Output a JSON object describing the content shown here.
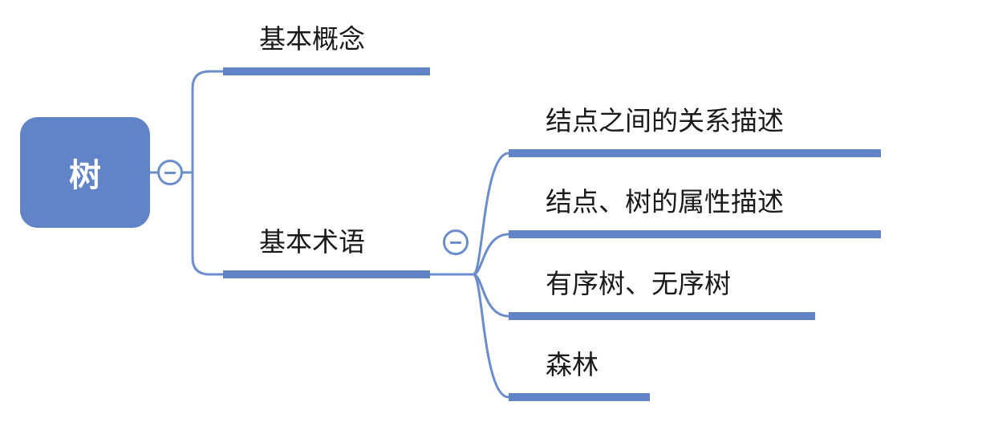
{
  "colors": {
    "root_fill": "#6184c8",
    "line": "#6b8dcc",
    "underline": "#6184c8",
    "root_text": "#ffffff",
    "text": "#1a1a1a"
  },
  "root": {
    "label": "树"
  },
  "branches": [
    {
      "label": "基本概念",
      "children": []
    },
    {
      "label": "基本术语",
      "children": [
        {
          "label": "结点之间的关系描述"
        },
        {
          "label": "结点、树的属性描述"
        },
        {
          "label": "有序树、无序树"
        },
        {
          "label": "森林"
        }
      ]
    }
  ]
}
